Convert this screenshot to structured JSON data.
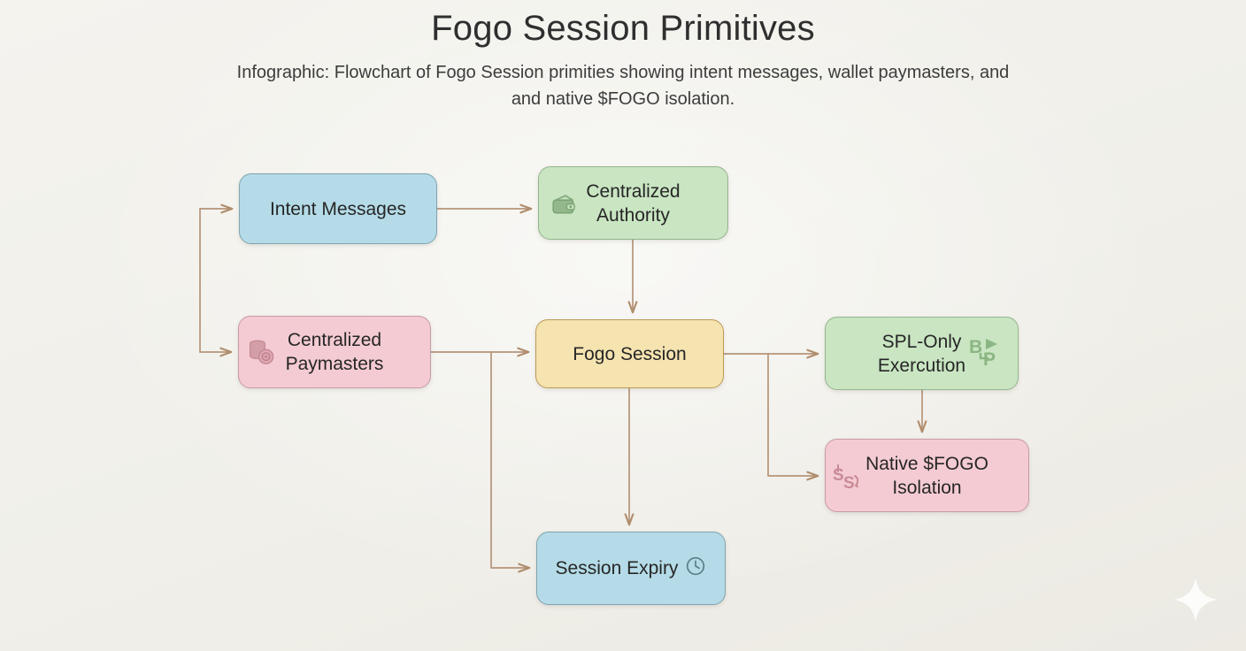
{
  "header": {
    "title": "Fogo Session Primitives",
    "subtitle_line1": "Infographic: Flowchart of Fogo Session primities showing intent messages, wallet paymasters, and",
    "subtitle_line2": "and native $FOGO isolation."
  },
  "colors": {
    "background": "#f2f1ec",
    "blue_fill": "#b4dbe7",
    "blue_border": "#7fa4ad",
    "green_fill": "#c9e5c2",
    "green_border": "#93b58c",
    "pink_fill": "#f4cbd2",
    "pink_border": "#c99aa4",
    "yellow_fill": "#f5e3b0",
    "yellow_border": "#bb9b54",
    "edge_stroke": "#b59479",
    "title_text": "#2f2f2f"
  },
  "diagram": {
    "type": "flowchart",
    "nodes": [
      {
        "id": "intent",
        "label": "Intent Messages",
        "color": "blue",
        "icon": ""
      },
      {
        "id": "authority",
        "label": "Centralized\nAuthority",
        "color": "green",
        "icon": "wallet-icon"
      },
      {
        "id": "paymasters",
        "label": "Centralized\nPaymasters",
        "color": "pink",
        "icon": "coins-icon"
      },
      {
        "id": "session",
        "label": "Fogo Session",
        "color": "yellow",
        "icon": ""
      },
      {
        "id": "spl",
        "label": "SPL-Only\nExercution",
        "color": "green",
        "icon": "bp-token-icon"
      },
      {
        "id": "isolation",
        "label": "Native $FOGO\nIsolation",
        "color": "pink",
        "icon": "dollar-exchange-icon"
      },
      {
        "id": "expiry",
        "label": "Session Expiry",
        "color": "blue",
        "icon": "clock-icon"
      }
    ],
    "edges": [
      {
        "from": "bus-left",
        "to": "intent"
      },
      {
        "from": "bus-left",
        "to": "paymasters"
      },
      {
        "from": "intent",
        "to": "authority"
      },
      {
        "from": "authority",
        "to": "session"
      },
      {
        "from": "paymasters",
        "to": "session"
      },
      {
        "from": "paymasters",
        "to": "expiry"
      },
      {
        "from": "session",
        "to": "expiry"
      },
      {
        "from": "session",
        "to": "spl"
      },
      {
        "from": "session",
        "to": "isolation"
      },
      {
        "from": "spl",
        "to": "isolation"
      }
    ]
  },
  "watermark": {
    "icon": "sparkle-icon"
  }
}
